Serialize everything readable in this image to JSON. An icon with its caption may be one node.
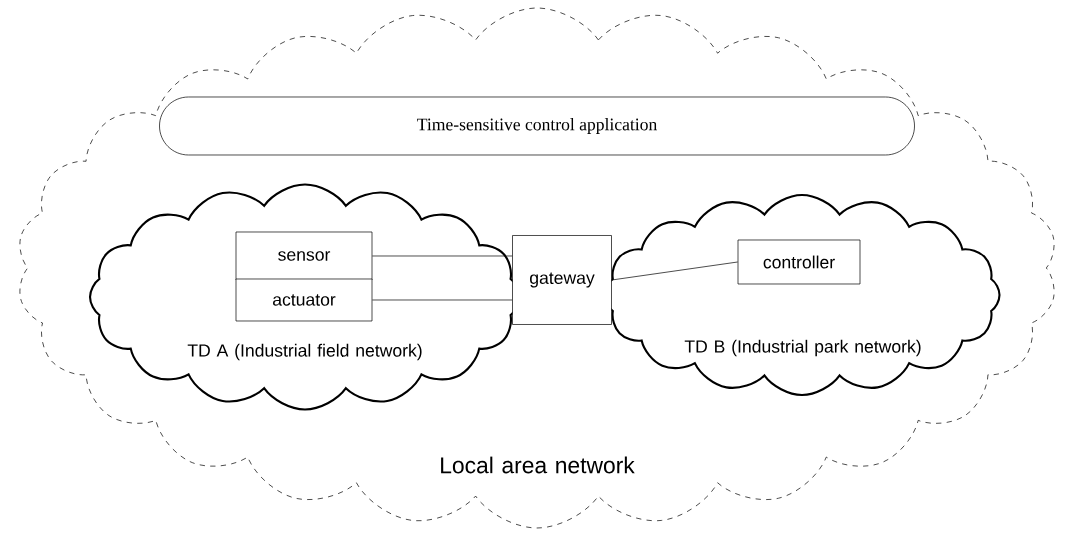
{
  "diagram": {
    "nodes": [
      {
        "text": [
          "Local area network"
        ]
      },
      {
        "text": [
          "Time-sensitive control application"
        ],
        "in": 0
      },
      {
        "text": [
          "TD A (Industrial field network)"
        ],
        "in": 0
      },
      {
        "text": [
          "TD B (Industrial park network)"
        ],
        "in": 0
      },
      {
        "text": [
          "sensor"
        ],
        "in": 2
      },
      {
        "text": [
          "actuator"
        ],
        "in": 2
      },
      {
        "text": [
          "gateway"
        ],
        "in": 0
      },
      {
        "text": [
          "controller"
        ],
        "in": 3
      }
    ],
    "edges": [
      {
        "from": 4,
        "to": 6,
        "arrow": "none"
      },
      {
        "from": 5,
        "to": 6,
        "arrow": "none"
      },
      {
        "from": 6,
        "to": 7,
        "arrow": "none"
      }
    ]
  }
}
